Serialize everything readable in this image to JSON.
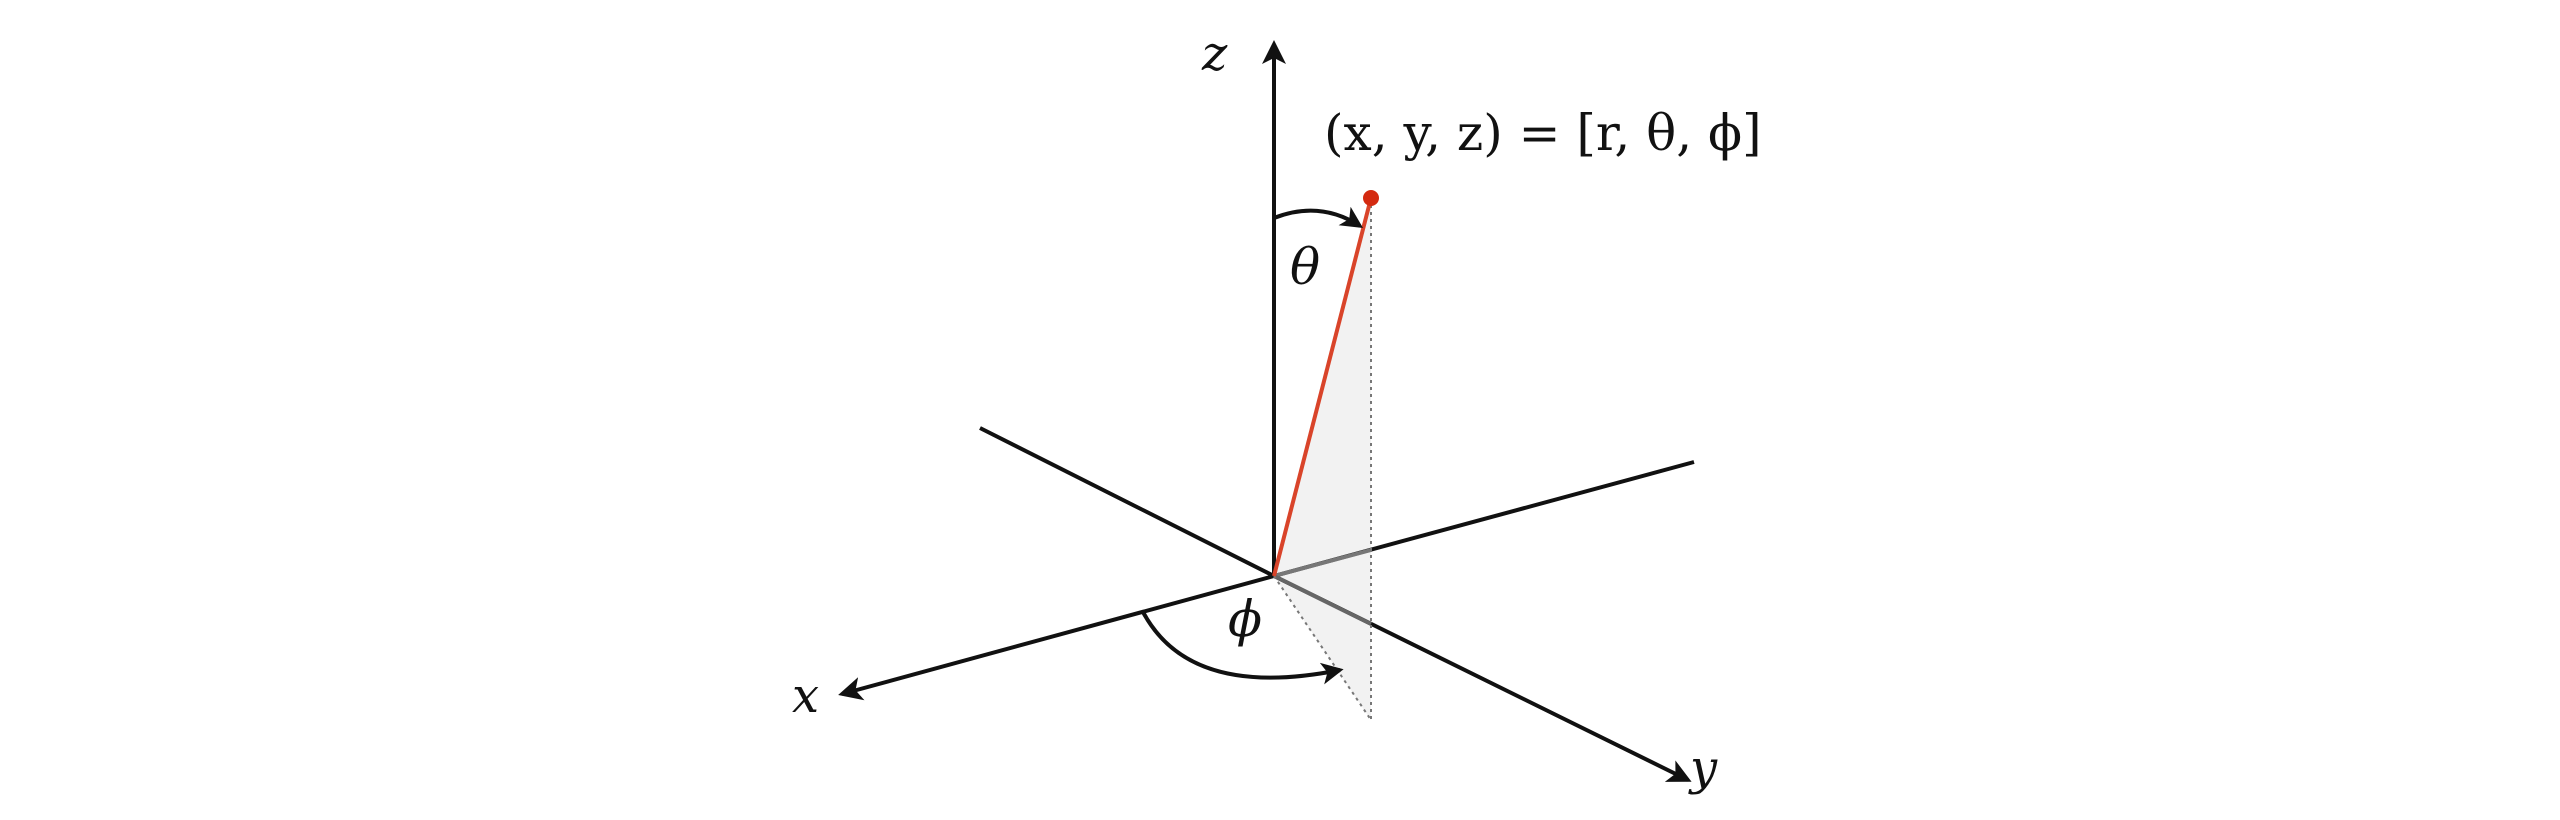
{
  "diagram": {
    "axes": {
      "x": "x",
      "y": "y",
      "z": "z"
    },
    "angles": {
      "polar": "θ",
      "azimuthal": "ϕ"
    },
    "point_label": "(x, y, z) = [r, θ, ϕ]",
    "colors": {
      "axis": "#111111",
      "vector": "#d9442a",
      "point": "#d42a10",
      "projection_plane": "#f2f2f2",
      "dotted_guides": "#777777"
    }
  }
}
